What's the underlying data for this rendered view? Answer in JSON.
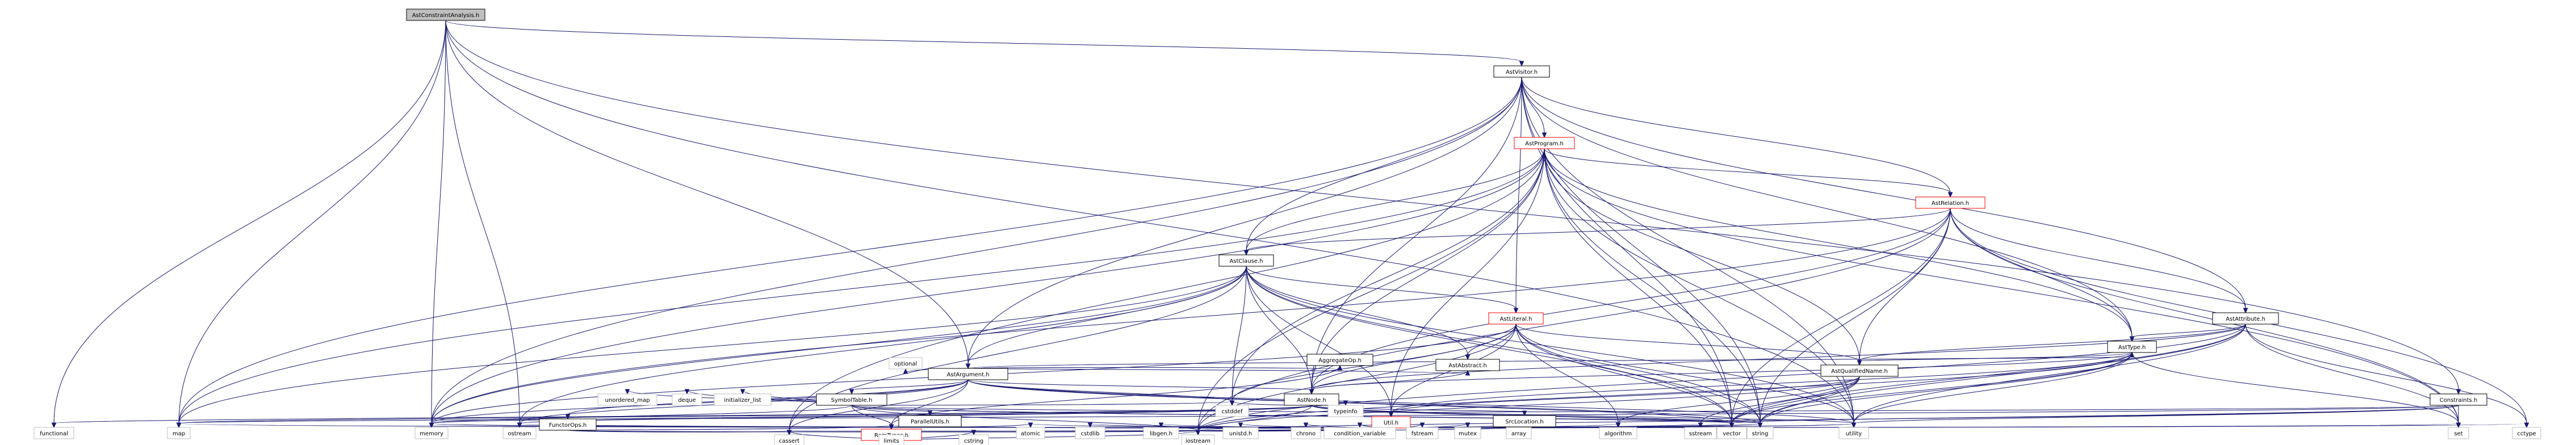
{
  "graph": {
    "root": "AstConstraintAnalysis.h",
    "colors": {
      "edge": "#191970",
      "root_fill": "#bfbfbf",
      "missing_border": "#ff0000",
      "external_border": "#bfbfbf"
    },
    "nodes": {
      "root": "AstConstraintAnalysis.h",
      "astvisitor": "AstVisitor.h",
      "astprogram": "AstProgram.h",
      "astrelation": "AstRelation.h",
      "astclause": "AstClause.h",
      "astliteral": "AstLiteral.h",
      "astattribute": "AstAttribute.h",
      "astargument": "AstArgument.h",
      "asttype": "AstType.h",
      "aggregateop": "AggregateOp.h",
      "astabstract": "AstAbstract.h",
      "astqualifiedname": "AstQualifiedName.h",
      "symboltable": "SymbolTable.h",
      "astnode": "AstNode.h",
      "constraints": "Constraints.h",
      "functorops": "FunctorOps.h",
      "parallelutils": "ParallelUtils.h",
      "srclocation": "SrcLocation.h",
      "util": "Util.h",
      "ramtypes": "RamTypes.h",
      "optional": "optional",
      "unordered_map": "unordered_map",
      "deque": "deque",
      "initializer_list": "initializer_list",
      "cstddef": "cstddef",
      "typeinfo": "typeinfo",
      "functional": "functional",
      "map": "map",
      "memory": "memory",
      "ostream": "ostream",
      "cstdlib": "cstdlib",
      "atomic": "atomic",
      "libgen": "libgen.h",
      "unistd": "unistd.h",
      "chrono": "chrono",
      "condition_variable": "condition_variable",
      "fstream": "fstream",
      "mutex": "mutex",
      "array": "array",
      "algorithm": "algorithm",
      "sstream": "sstream",
      "vector": "vector",
      "string": "string",
      "utility": "utility",
      "set": "set",
      "cctype": "cctype",
      "limits": "limits",
      "cassert": "cassert",
      "cstring": "cstring",
      "iostream": "iostream"
    }
  }
}
